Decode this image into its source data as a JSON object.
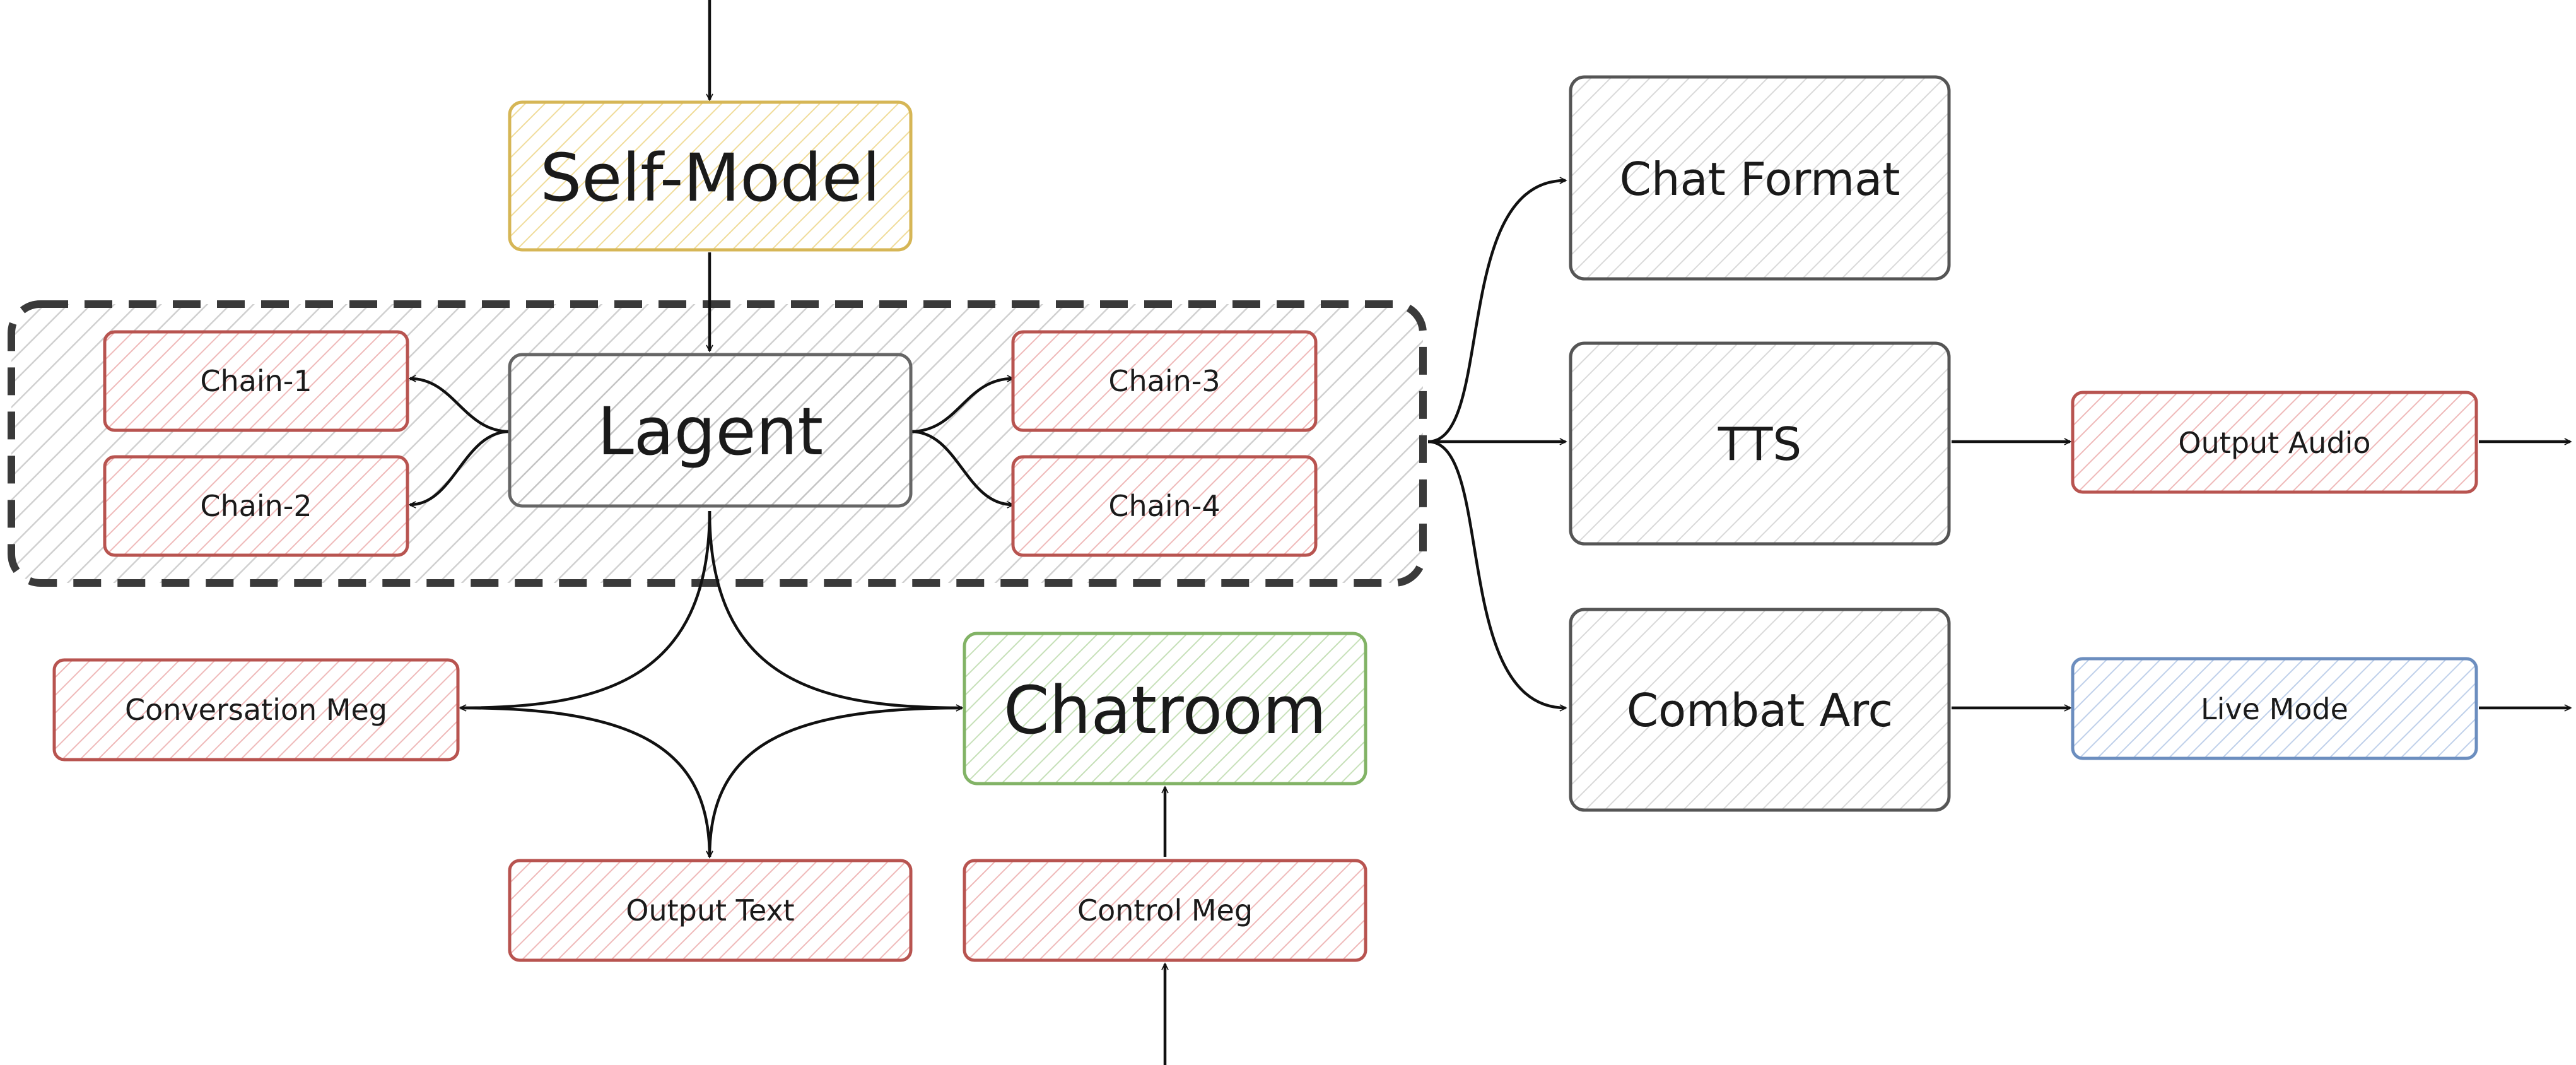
{
  "nodes": {
    "self_model": "Self-Model",
    "lagent": "Lagent",
    "chain1": "Chain-1",
    "chain2": "Chain-2",
    "chain3": "Chain-3",
    "chain4": "Chain-4",
    "conversation_meg": "Conversation Meg",
    "chatroom": "Chatroom",
    "output_text": "Output Text",
    "control_meg": "Control Meg",
    "chat_format": "Chat Format",
    "tts": "TTS",
    "combat_arc": "Combat Arc",
    "output_audio": "Output Audio",
    "live_mode": "Live Mode"
  },
  "colors": {
    "yellow": "#d6b656",
    "red": "#b85450",
    "green": "#82b366",
    "blue": "#6c8ebf",
    "gray": "#666666",
    "dashed_border": "#3a3a3a"
  }
}
